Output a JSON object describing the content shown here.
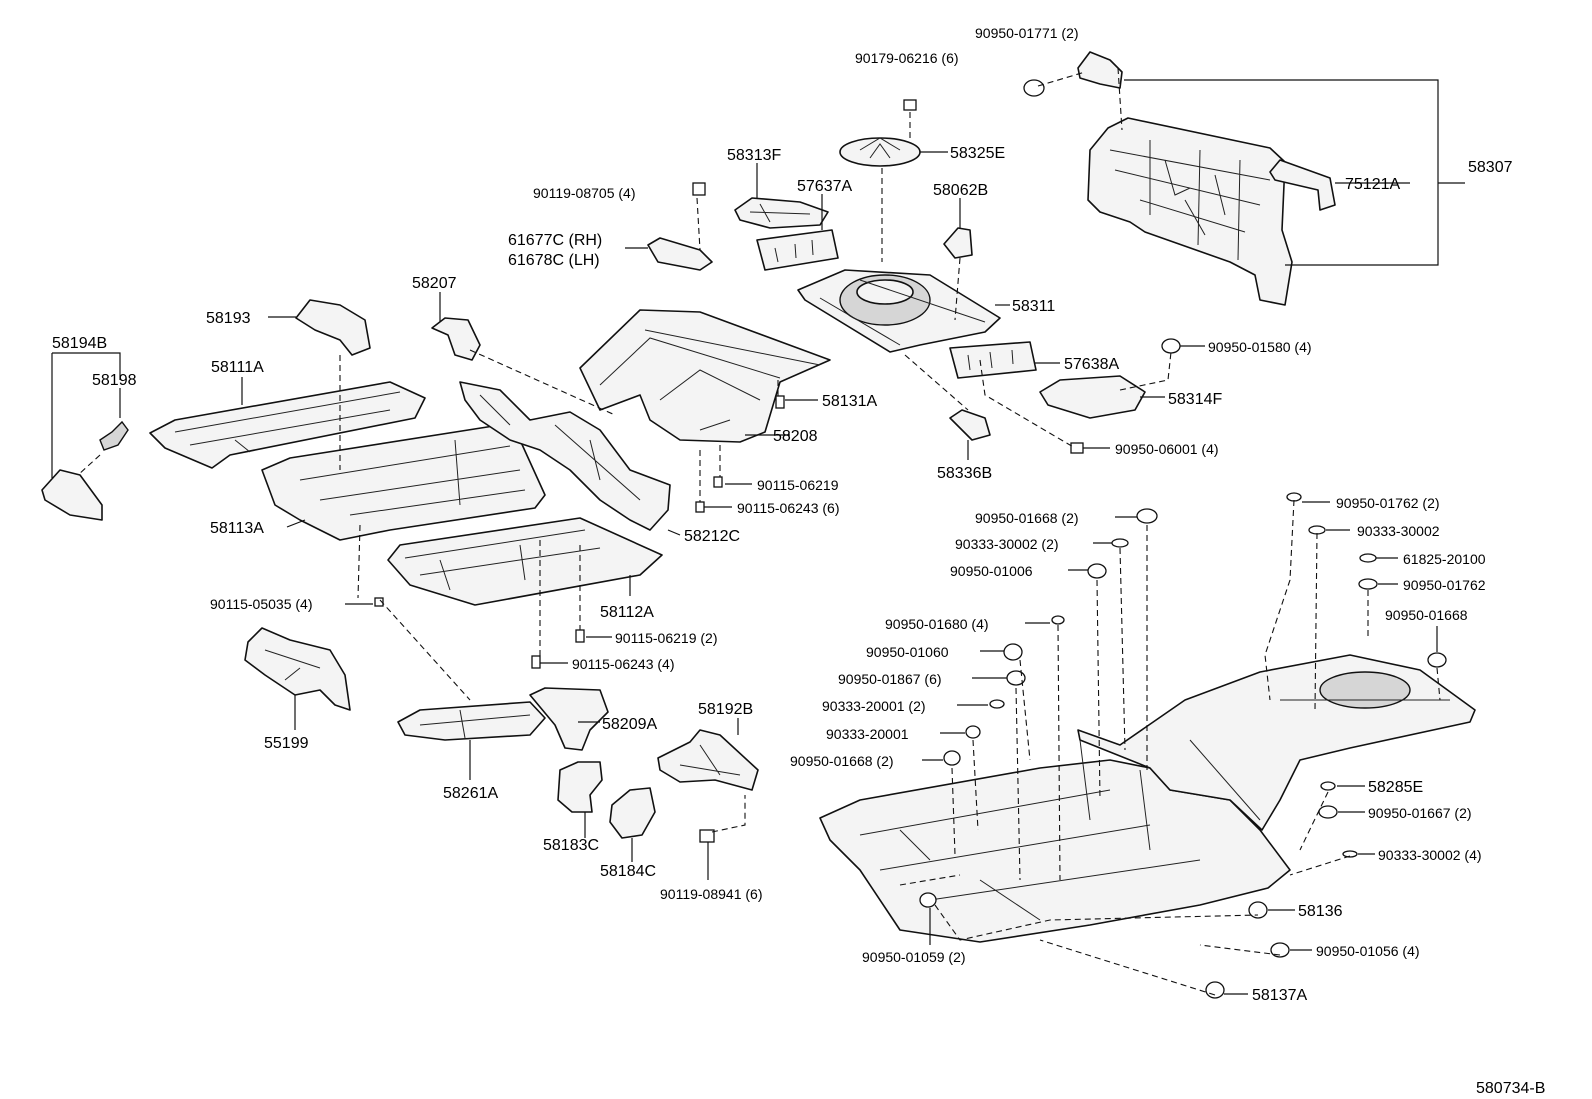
{
  "labels": {
    "p90950_01771": "90950-01771 (2)",
    "p90179_06216": "90179-06216 (6)",
    "p58325E": "58325E",
    "p58307": "58307",
    "p75121A": "75121A",
    "p58313F": "58313F",
    "p90119_08705": "90119-08705 (4)",
    "p57637A": "57637A",
    "p58062B": "58062B",
    "p61677C": "61677C (RH)",
    "p61678C": "61678C (LH)",
    "p58207": "58207",
    "p58311": "58311",
    "p58193": "58193",
    "p57638A": "57638A",
    "p90950_01580": "90950-01580 (4)",
    "p58194B": "58194B",
    "p58198": "58198",
    "p58111A": "58111A",
    "p58131A": "58131A",
    "p58314F": "58314F",
    "p58208": "58208",
    "p90950_06001": "90950-06001 (4)",
    "p58336B": "58336B",
    "p90115_06219a": "90115-06219",
    "p90115_06243a": "90115-06243 (6)",
    "p58113A": "58113A",
    "p58212C": "58212C",
    "p90950_01762a": "90950-01762 (2)",
    "p90950_01668a": "90950-01668 (2)",
    "p90333_30002a": "90333-30002",
    "p90333_30002b": "90333-30002 (2)",
    "p61825_20100": "61825-20100",
    "p90950_01006": "90950-01006",
    "p90950_01762b": "90950-01762",
    "p90115_05035": "90115-05035 (4)",
    "p58112A": "58112A",
    "p90950_01668b": "90950-01668",
    "p90950_01680": "90950-01680 (4)",
    "p90115_06219b": "90115-06219 (2)",
    "p90950_01060": "90950-01060",
    "p90115_06243b": "90115-06243 (4)",
    "p90950_01867": "90950-01867 (6)",
    "p90333_20001a": "90333-20001 (2)",
    "p58209A": "58209A",
    "p90333_20001b": "90333-20001",
    "p55199": "55199",
    "p58192B": "58192B",
    "p90950_01668c": "90950-01668 (2)",
    "p58261A": "58261A",
    "p58285E": "58285E",
    "p90950_01667": "90950-01667 (2)",
    "p58183C": "58183C",
    "p90333_30002c": "90333-30002 (4)",
    "p58184C": "58184C",
    "p90119_08941": "90119-08941 (6)",
    "p58136": "58136",
    "p90950_01059": "90950-01059 (2)",
    "p90950_01056": "90950-01056 (4)",
    "p58137A": "58137A",
    "diagram_id": "580734-B"
  }
}
